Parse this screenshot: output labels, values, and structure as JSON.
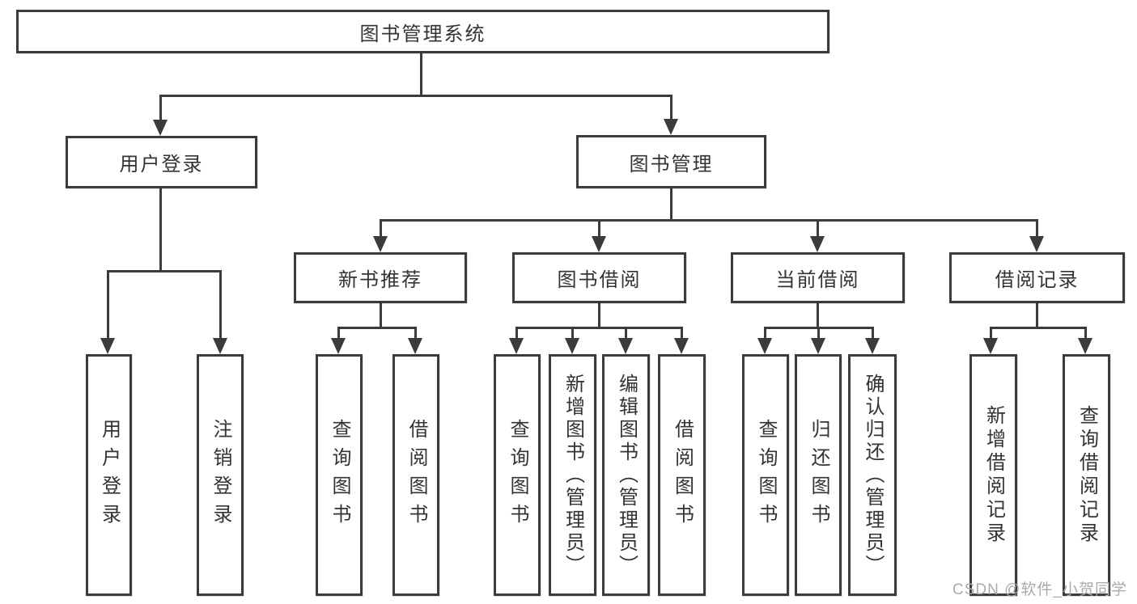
{
  "diagram": {
    "title": "图书管理系统",
    "branches": [
      {
        "label": "用户登录",
        "children": [
          "用户登录",
          "注销登录"
        ]
      },
      {
        "label": "图书管理",
        "sections": [
          {
            "label": "新书推荐",
            "children": [
              "查询图书",
              "借阅图书"
            ]
          },
          {
            "label": "图书借阅",
            "children": [
              "查询图书",
              "新增图书（管理员）",
              "编辑图书（管理员）",
              "借阅图书"
            ]
          },
          {
            "label": "当前借阅",
            "children": [
              "查询图书",
              "归还图书",
              "确认归还（管理员）"
            ]
          },
          {
            "label": "借阅记录",
            "children": [
              "新增借阅记录",
              "查询借阅记录"
            ]
          }
        ]
      }
    ]
  },
  "watermark": {
    "text": "CSDN @软件_小贺同学"
  },
  "colors": {
    "line": "#3b3b3b",
    "text": "#333333",
    "background": "#ffffff",
    "watermark": "#aaaaae"
  }
}
